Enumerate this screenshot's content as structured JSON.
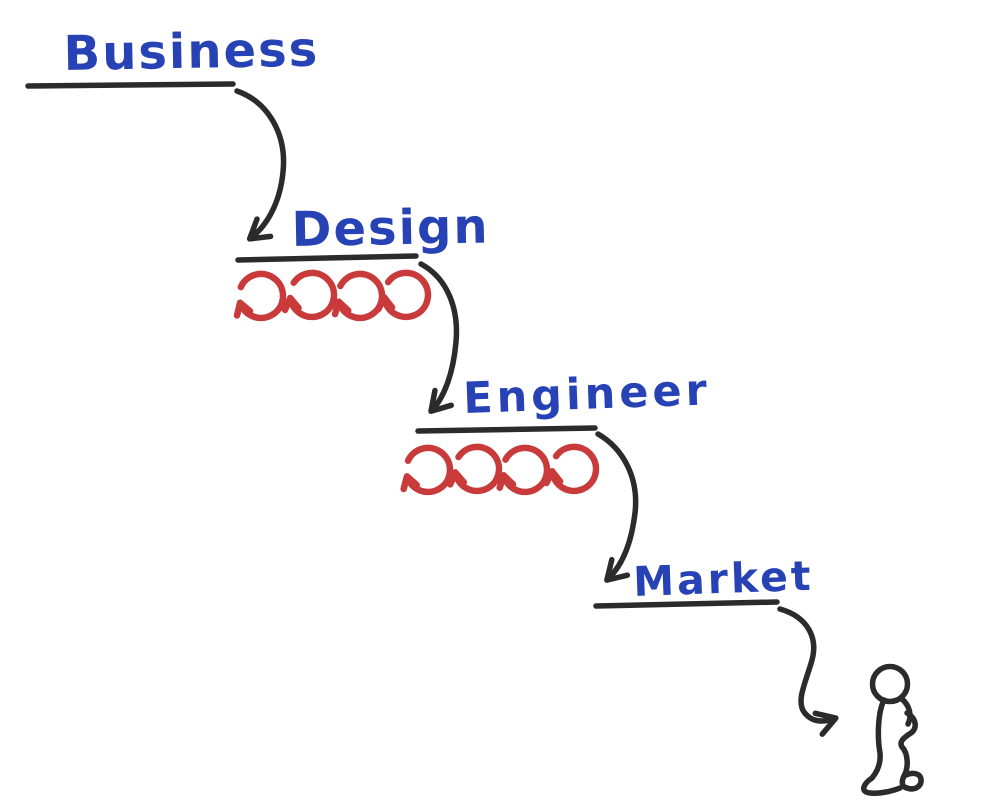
{
  "diagram": {
    "type": "hand-drawn-waterfall-process",
    "stages": [
      {
        "label": "Business",
        "iteration_loops": 0
      },
      {
        "label": "Design",
        "iteration_loops": 4
      },
      {
        "label": "Engineer",
        "iteration_loops": 4
      },
      {
        "label": "Market",
        "iteration_loops": 0
      }
    ],
    "arrow_count": 4,
    "ends_at_person_figure": true
  },
  "colors": {
    "label_blue": "#2742b4",
    "ink_black": "#2b2b2b",
    "loop_red": "#c93a3a",
    "background": "#ffffff"
  },
  "icons": {
    "iteration_loop": "counterclockwise-loop-arrow",
    "person": "standing-person-doodle"
  }
}
